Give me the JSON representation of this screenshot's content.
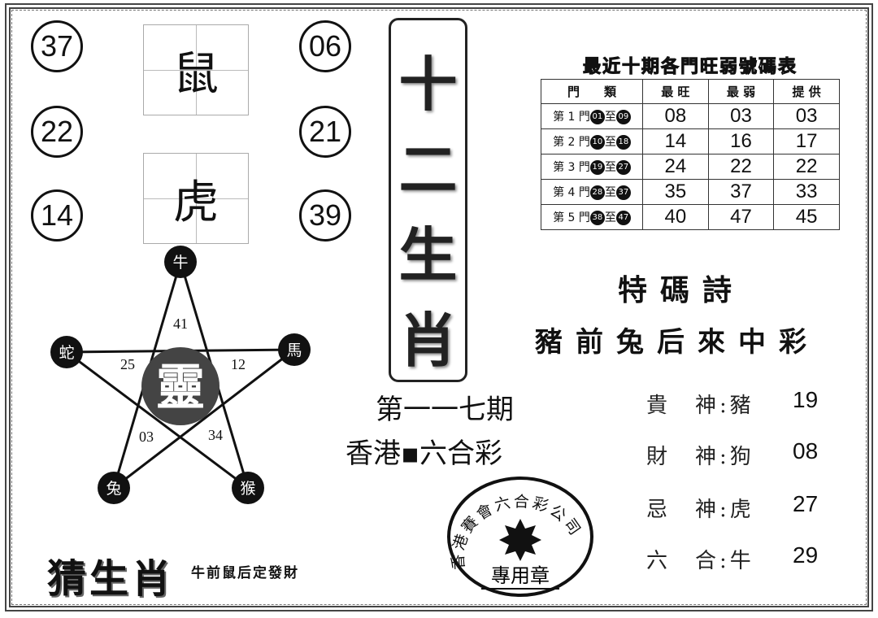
{
  "left_numbers": [
    "37",
    "22",
    "14"
  ],
  "right_numbers": [
    "06",
    "21",
    "39"
  ],
  "zodiac_boxes": [
    "鼠",
    "虎"
  ],
  "banner": [
    "十",
    "二",
    "生",
    "肖"
  ],
  "table": {
    "title": "最近十期各門旺弱號碼表",
    "headers": [
      "門　　類",
      "最 旺",
      "最 弱",
      "提 供"
    ],
    "rows": [
      {
        "door": "第 1 門",
        "from": "01",
        "to": "09",
        "strong": "08",
        "weak": "03",
        "offer": "03"
      },
      {
        "door": "第 2 門",
        "from": "10",
        "to": "18",
        "strong": "14",
        "weak": "16",
        "offer": "17"
      },
      {
        "door": "第 3 門",
        "from": "19",
        "to": "27",
        "strong": "24",
        "weak": "22",
        "offer": "22"
      },
      {
        "door": "第 4 門",
        "from": "28",
        "to": "37",
        "strong": "35",
        "weak": "37",
        "offer": "33"
      },
      {
        "door": "第 5 門",
        "from": "38",
        "to": "47",
        "strong": "40",
        "weak": "47",
        "offer": "45"
      }
    ],
    "to_word": "至"
  },
  "poem": {
    "title": "特碼詩",
    "line": "豬前兔后來中彩"
  },
  "issue": "第一一七期",
  "gods": [
    {
      "label": "貴　神:豬",
      "value": "19"
    },
    {
      "label": "財　神:狗",
      "value": "08"
    },
    {
      "label": "忌　神:虎",
      "value": "27"
    },
    {
      "label": "六　合:牛",
      "value": "29"
    }
  ],
  "brand": "香港▪六合彩",
  "stamp": {
    "ring": "香港賽會六合彩公司",
    "center": "專用章"
  },
  "star": {
    "center": "靈",
    "nodes": [
      "牛",
      "馬",
      "猴",
      "兔",
      "蛇"
    ],
    "numbers": [
      "41",
      "12",
      "34",
      "03",
      "25"
    ]
  },
  "guess": {
    "title": "猜生肖",
    "hint": "牛前鼠后定發財"
  }
}
